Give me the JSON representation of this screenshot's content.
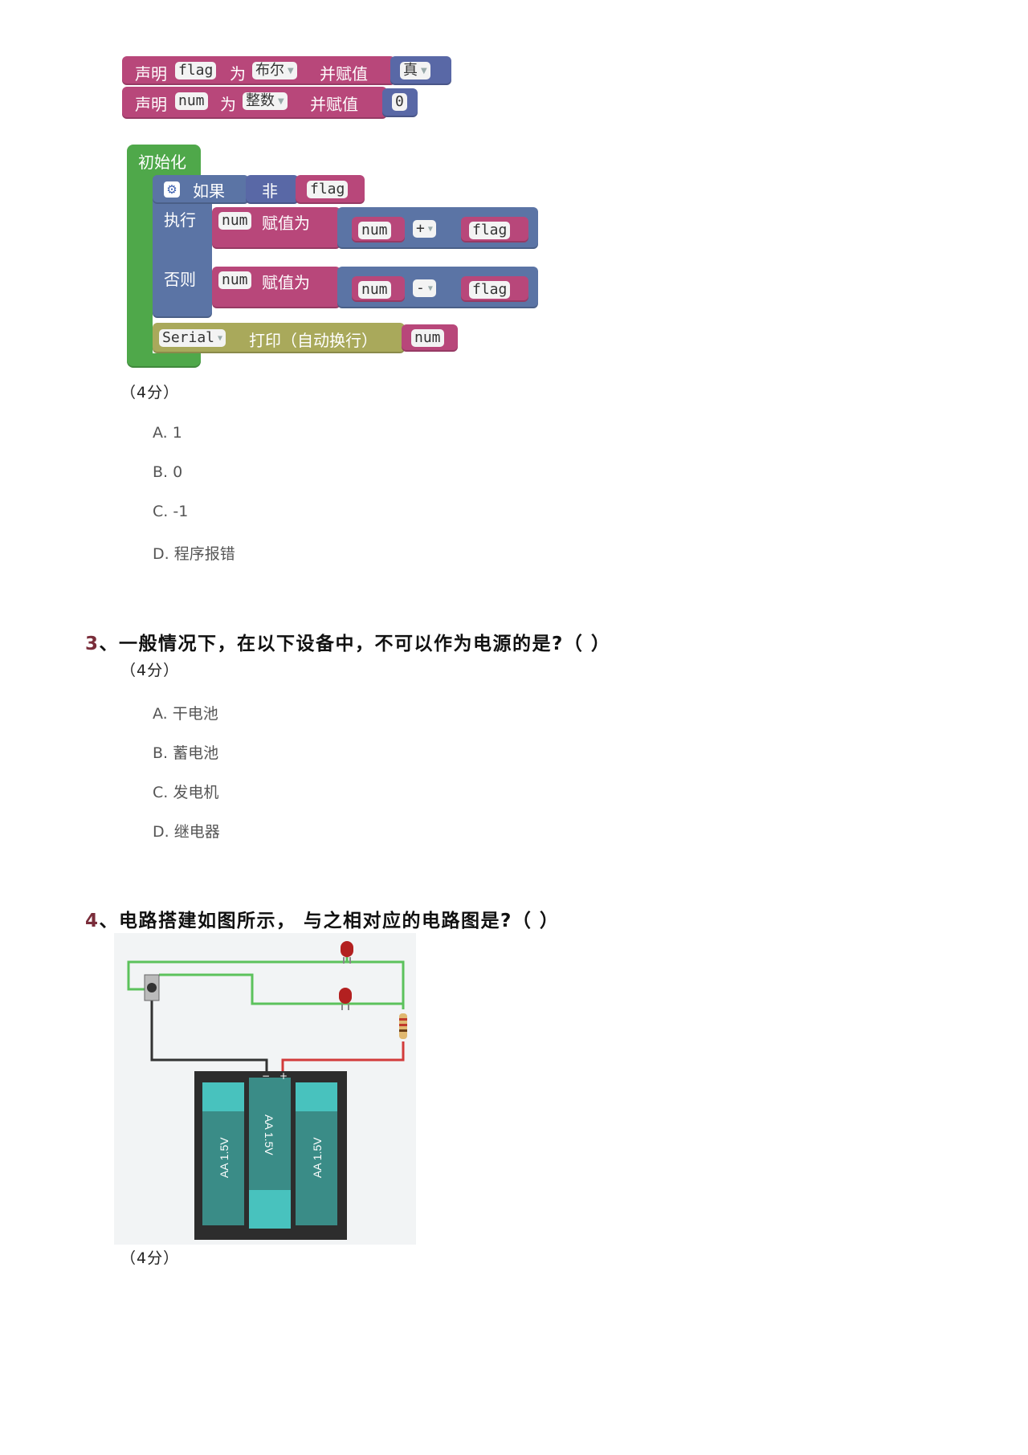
{
  "q2": {
    "blocks": {
      "declare1": {
        "declare": "声明",
        "var": "flag",
        "as": "为",
        "type": "布尔",
        "assign": "并赋值",
        "value": "真"
      },
      "declare2": {
        "declare": "声明",
        "var": "num",
        "as": "为",
        "type": "整数",
        "assign": "并赋值",
        "value": "0"
      },
      "init": "初始化",
      "if_label": "如果",
      "not_label": "非",
      "flag": "flag",
      "exec_label": "执行",
      "else_label": "否则",
      "num": "num",
      "assign_to": "赋值为",
      "plus": "+",
      "minus": "-",
      "serial": "Serial",
      "print": "打印（自动换行）"
    },
    "score": "（4分）",
    "options": [
      "A. 1",
      "B. 0",
      "C. -1",
      "D. 程序报错"
    ]
  },
  "q3": {
    "number": "3",
    "title": "、一般情况下，在以下设备中，不可以作为电源的是?（ ）",
    "score": "（4分）",
    "options": [
      "A. 干电池",
      "B. 蓄电池",
      "C. 发电机",
      "D. 继电器"
    ]
  },
  "q4": {
    "number": "4",
    "title": "、电路搭建如图所示， 与之相对应的电路图是?（ ）",
    "circuit": {
      "battery_labels": [
        "AA 1.5V",
        "AA 1.5V",
        "AA 1.5V"
      ],
      "minus": "−",
      "plus": "+"
    },
    "score": "（4分）"
  },
  "colors": {
    "block_pink": "#b8477a",
    "block_blue": "#5968a6",
    "block_green": "#4fa84a",
    "block_olive": "#a9a95b",
    "question_number": "#7a2d3a",
    "wire_green": "#5cc25c",
    "wire_red": "#d23b3b",
    "battery_teal": "#3a8c87"
  }
}
